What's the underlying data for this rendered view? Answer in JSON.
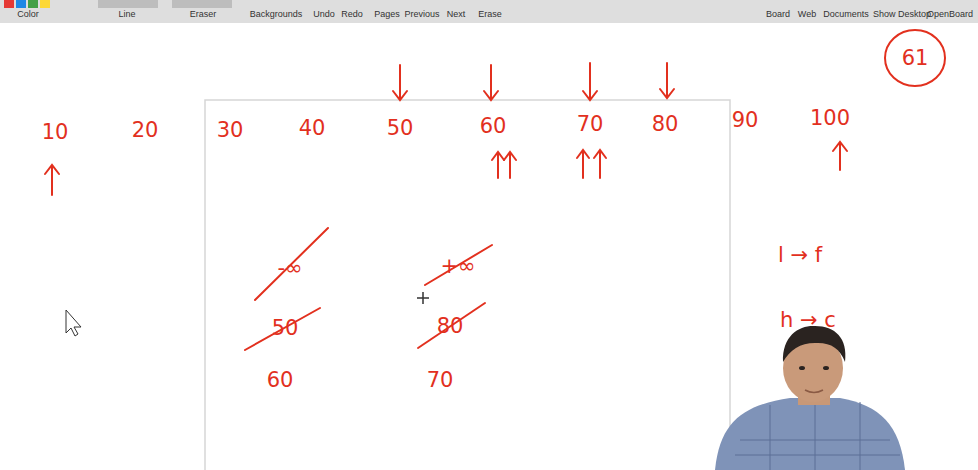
{
  "diagram": {
    "nodes": [
      {
        "text": [
          "61"
        ]
      }
    ],
    "labels": [
      "Color",
      "Line",
      "Eraser",
      "Backgrounds",
      "Undo",
      "Redo",
      "Pages",
      "Previous",
      "Next",
      "Erase",
      "Board",
      "Web",
      "Documents",
      "Show Desktop",
      "OpenBoard",
      "10",
      "20",
      "30",
      "40",
      "50",
      "60",
      "70",
      "80",
      "90",
      "100",
      "-∞",
      "50",
      "60",
      "+∞",
      "80",
      "70",
      "l → f",
      "h → c"
    ]
  }
}
